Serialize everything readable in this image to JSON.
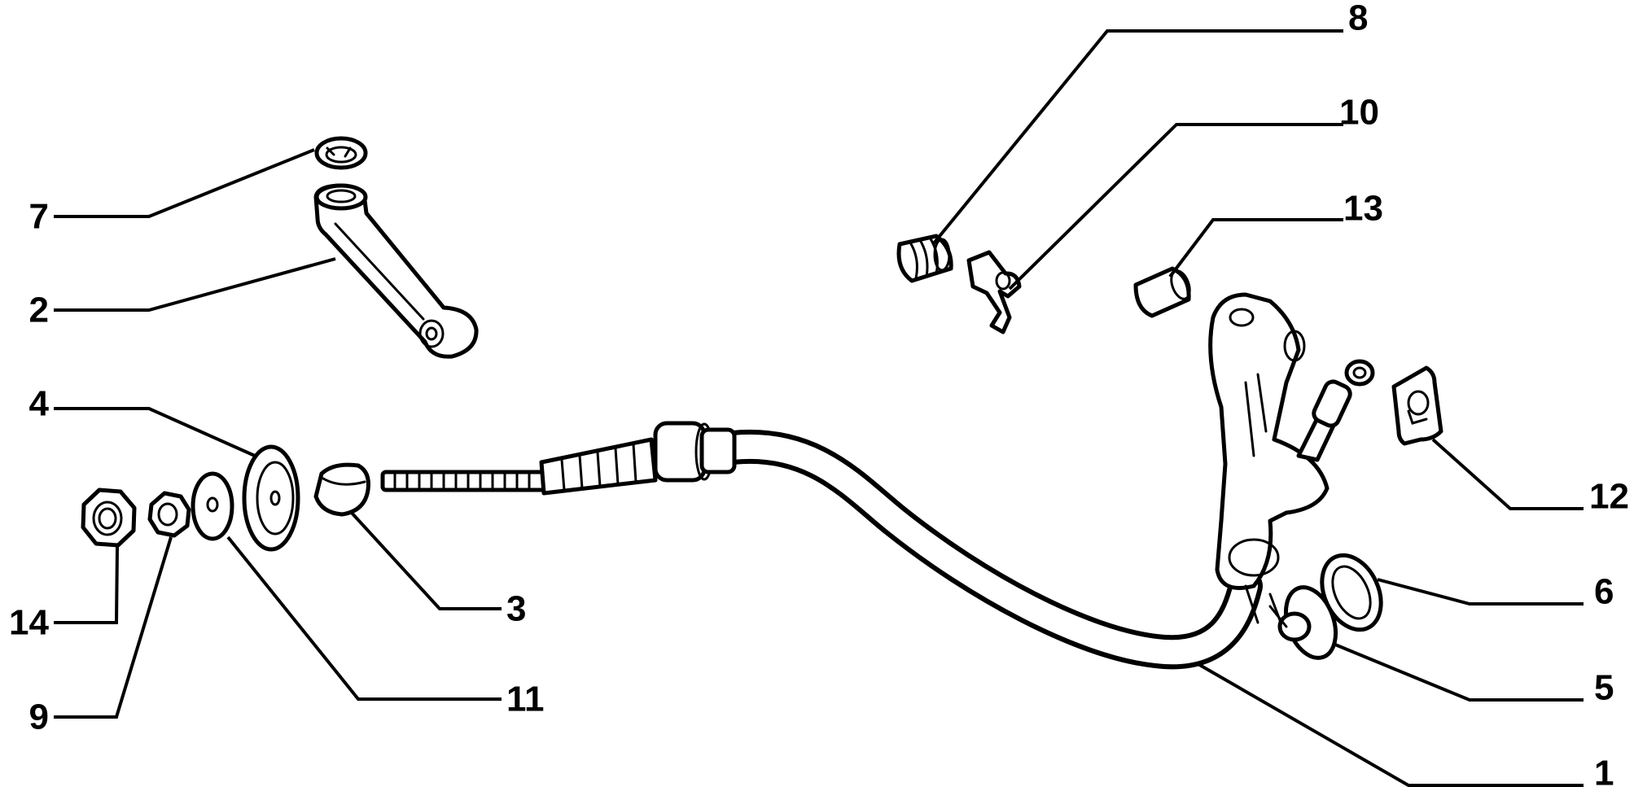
{
  "diagram": {
    "callouts": [
      {
        "id": "callout-1",
        "number": "1"
      },
      {
        "id": "callout-2",
        "number": "2"
      },
      {
        "id": "callout-3",
        "number": "3"
      },
      {
        "id": "callout-4",
        "number": "4"
      },
      {
        "id": "callout-5",
        "number": "5"
      },
      {
        "id": "callout-6",
        "number": "6"
      },
      {
        "id": "callout-7",
        "number": "7"
      },
      {
        "id": "callout-8",
        "number": "8"
      },
      {
        "id": "callout-9",
        "number": "9"
      },
      {
        "id": "callout-10",
        "number": "10"
      },
      {
        "id": "callout-11",
        "number": "11"
      },
      {
        "id": "callout-12",
        "number": "12"
      },
      {
        "id": "callout-13",
        "number": "13"
      },
      {
        "id": "callout-14",
        "number": "14"
      }
    ]
  }
}
